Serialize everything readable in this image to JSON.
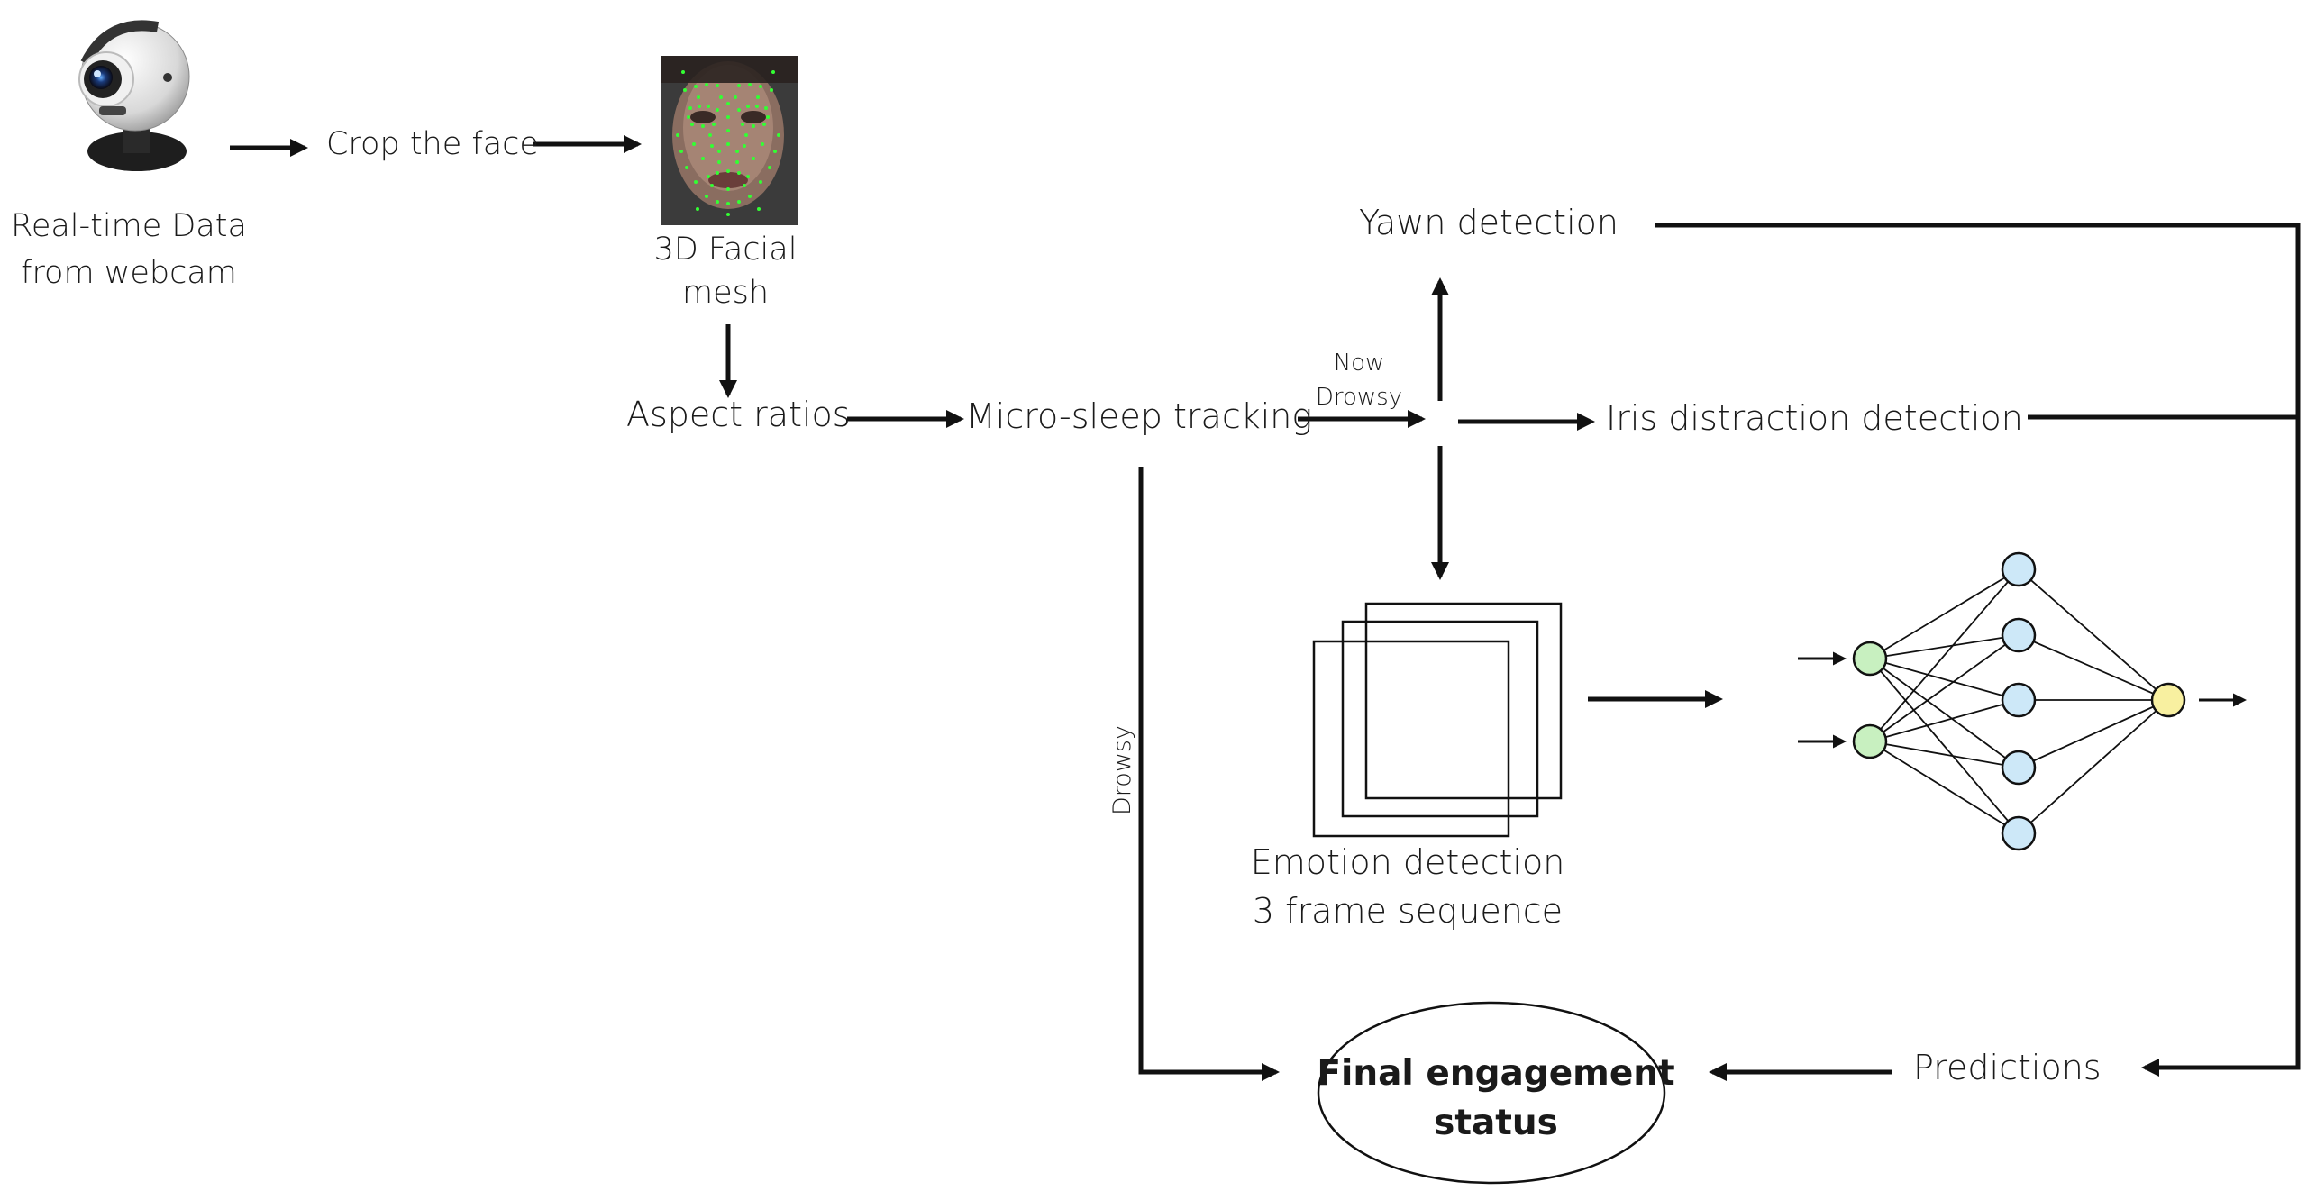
{
  "labels": {
    "webcam_line1": "Real-time Data",
    "webcam_line2": "from webcam",
    "crop": "Crop the face",
    "mesh_line1": "3D Facial",
    "mesh_line2": "mesh",
    "aspect": "Aspect ratios",
    "microsleep": "Micro-sleep tracking",
    "now": "Now",
    "drowsy_branch": "Drowsy",
    "drowsy_vertical": "Drowsy",
    "yawn": "Yawn detection",
    "iris": "Iris distraction detection",
    "emotion_line1": "Emotion detection",
    "emotion_line2": "3 frame sequence",
    "predictions": "Predictions",
    "final_line1": "Final engagement",
    "final_line2": "status"
  },
  "neural_net": {
    "layers": [
      2,
      5,
      1
    ],
    "colors": {
      "input": "#c8f0c0",
      "hidden": "#cde8f8",
      "output": "#f8f0a0"
    }
  },
  "icons": [
    "webcam-icon",
    "face-mesh-icon"
  ]
}
